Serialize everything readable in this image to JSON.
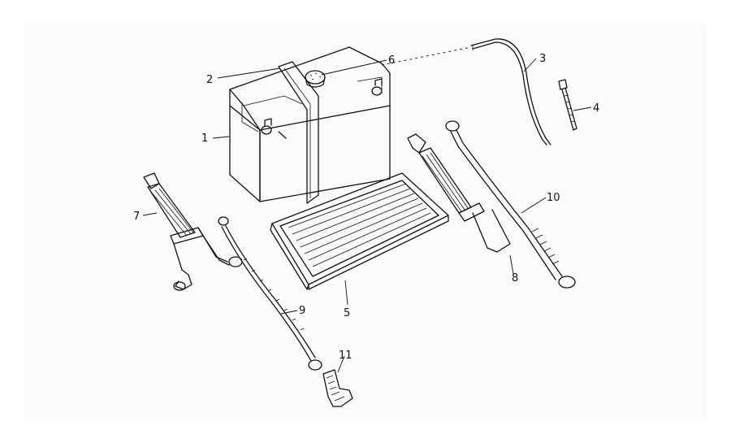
{
  "diagram": {
    "callouts": [
      {
        "id": "1",
        "label": "1"
      },
      {
        "id": "2",
        "label": "2"
      },
      {
        "id": "3",
        "label": "3"
      },
      {
        "id": "4",
        "label": "4"
      },
      {
        "id": "5",
        "label": "5"
      },
      {
        "id": "6",
        "label": "6"
      },
      {
        "id": "7",
        "label": "7"
      },
      {
        "id": "8",
        "label": "8"
      },
      {
        "id": "9",
        "label": "9"
      },
      {
        "id": "10",
        "label": "10"
      },
      {
        "id": "11",
        "label": "11"
      }
    ],
    "colors": {
      "line": "#111111",
      "panel": "#fbfbfb",
      "background": "#ffffff"
    }
  }
}
